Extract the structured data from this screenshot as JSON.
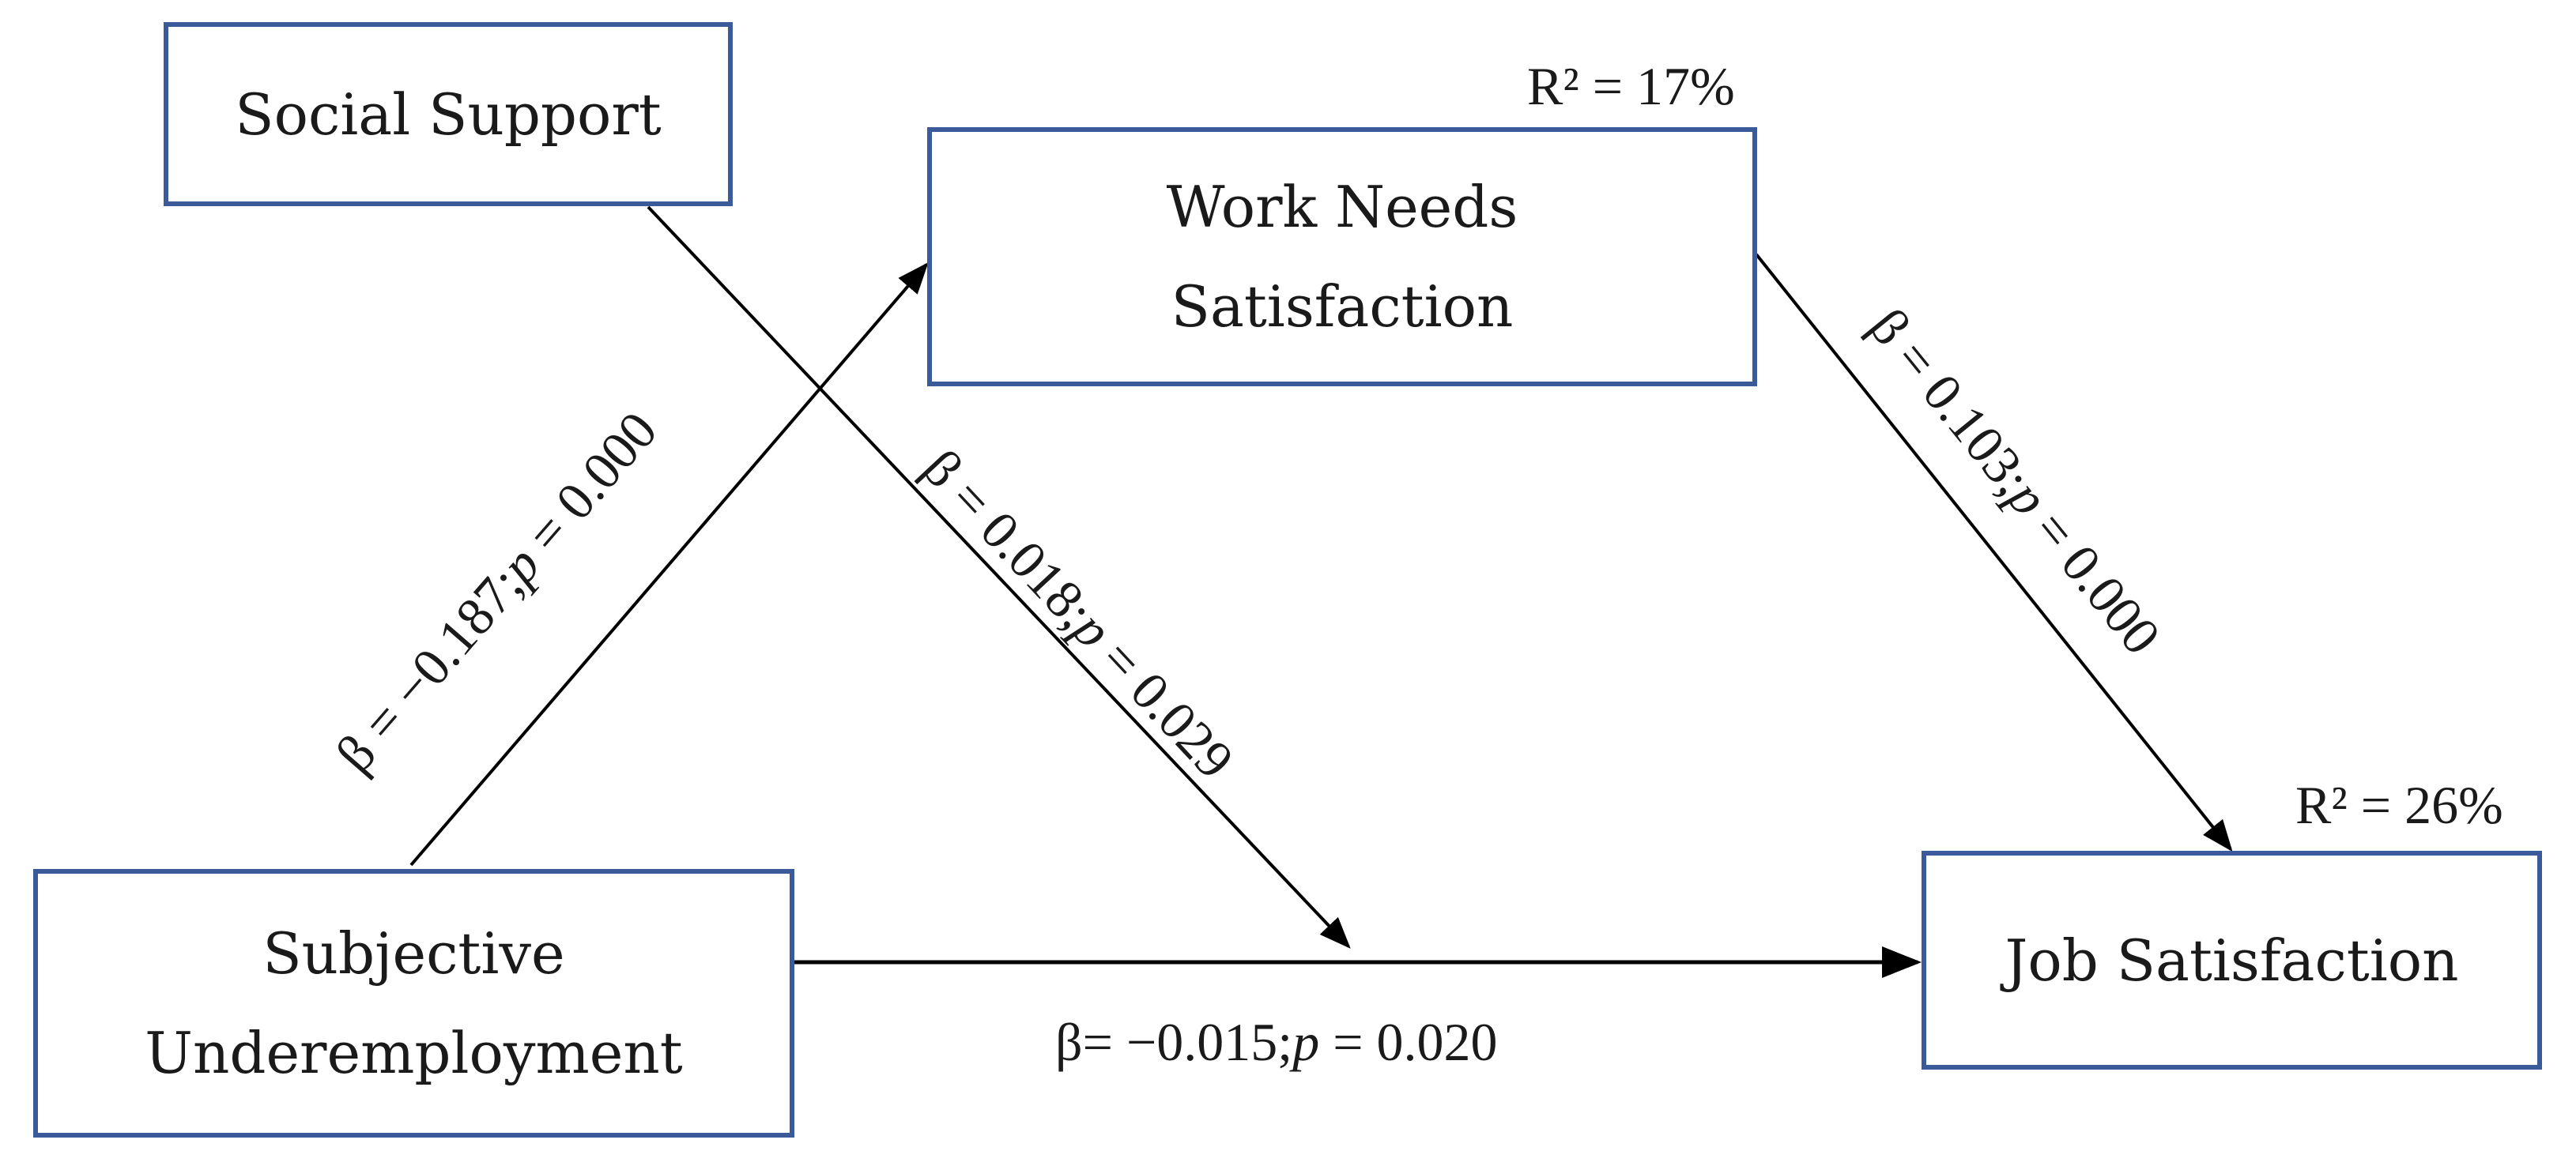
{
  "diagram": {
    "nodes": {
      "social_support": {
        "label": "Social Support"
      },
      "work_needs": {
        "label": "Work Needs\nSatisfaction",
        "r2": "R² = 17%"
      },
      "subjective_underemployment": {
        "label": "Subjective\nUnderemployment"
      },
      "job_satisfaction": {
        "label": "Job Satisfaction",
        "r2": "R² = 26%"
      }
    },
    "paths": {
      "under_to_work": {
        "beta": "β = −0.187;",
        "p_symbol": "p",
        "p_value": " = 0.000"
      },
      "support_moderation": {
        "beta": "β = 0.018;",
        "p_symbol": "p",
        "p_value": " = 0.029"
      },
      "work_to_job": {
        "beta": "β = 0.103;",
        "p_symbol": "p",
        "p_value": " = 0.000"
      },
      "under_to_job": {
        "beta": "β= −0.015;",
        "p_symbol": "p",
        "p_value": " = 0.020"
      }
    },
    "colors": {
      "box_border": "#3a5a9a",
      "arrow": "#000000"
    }
  }
}
